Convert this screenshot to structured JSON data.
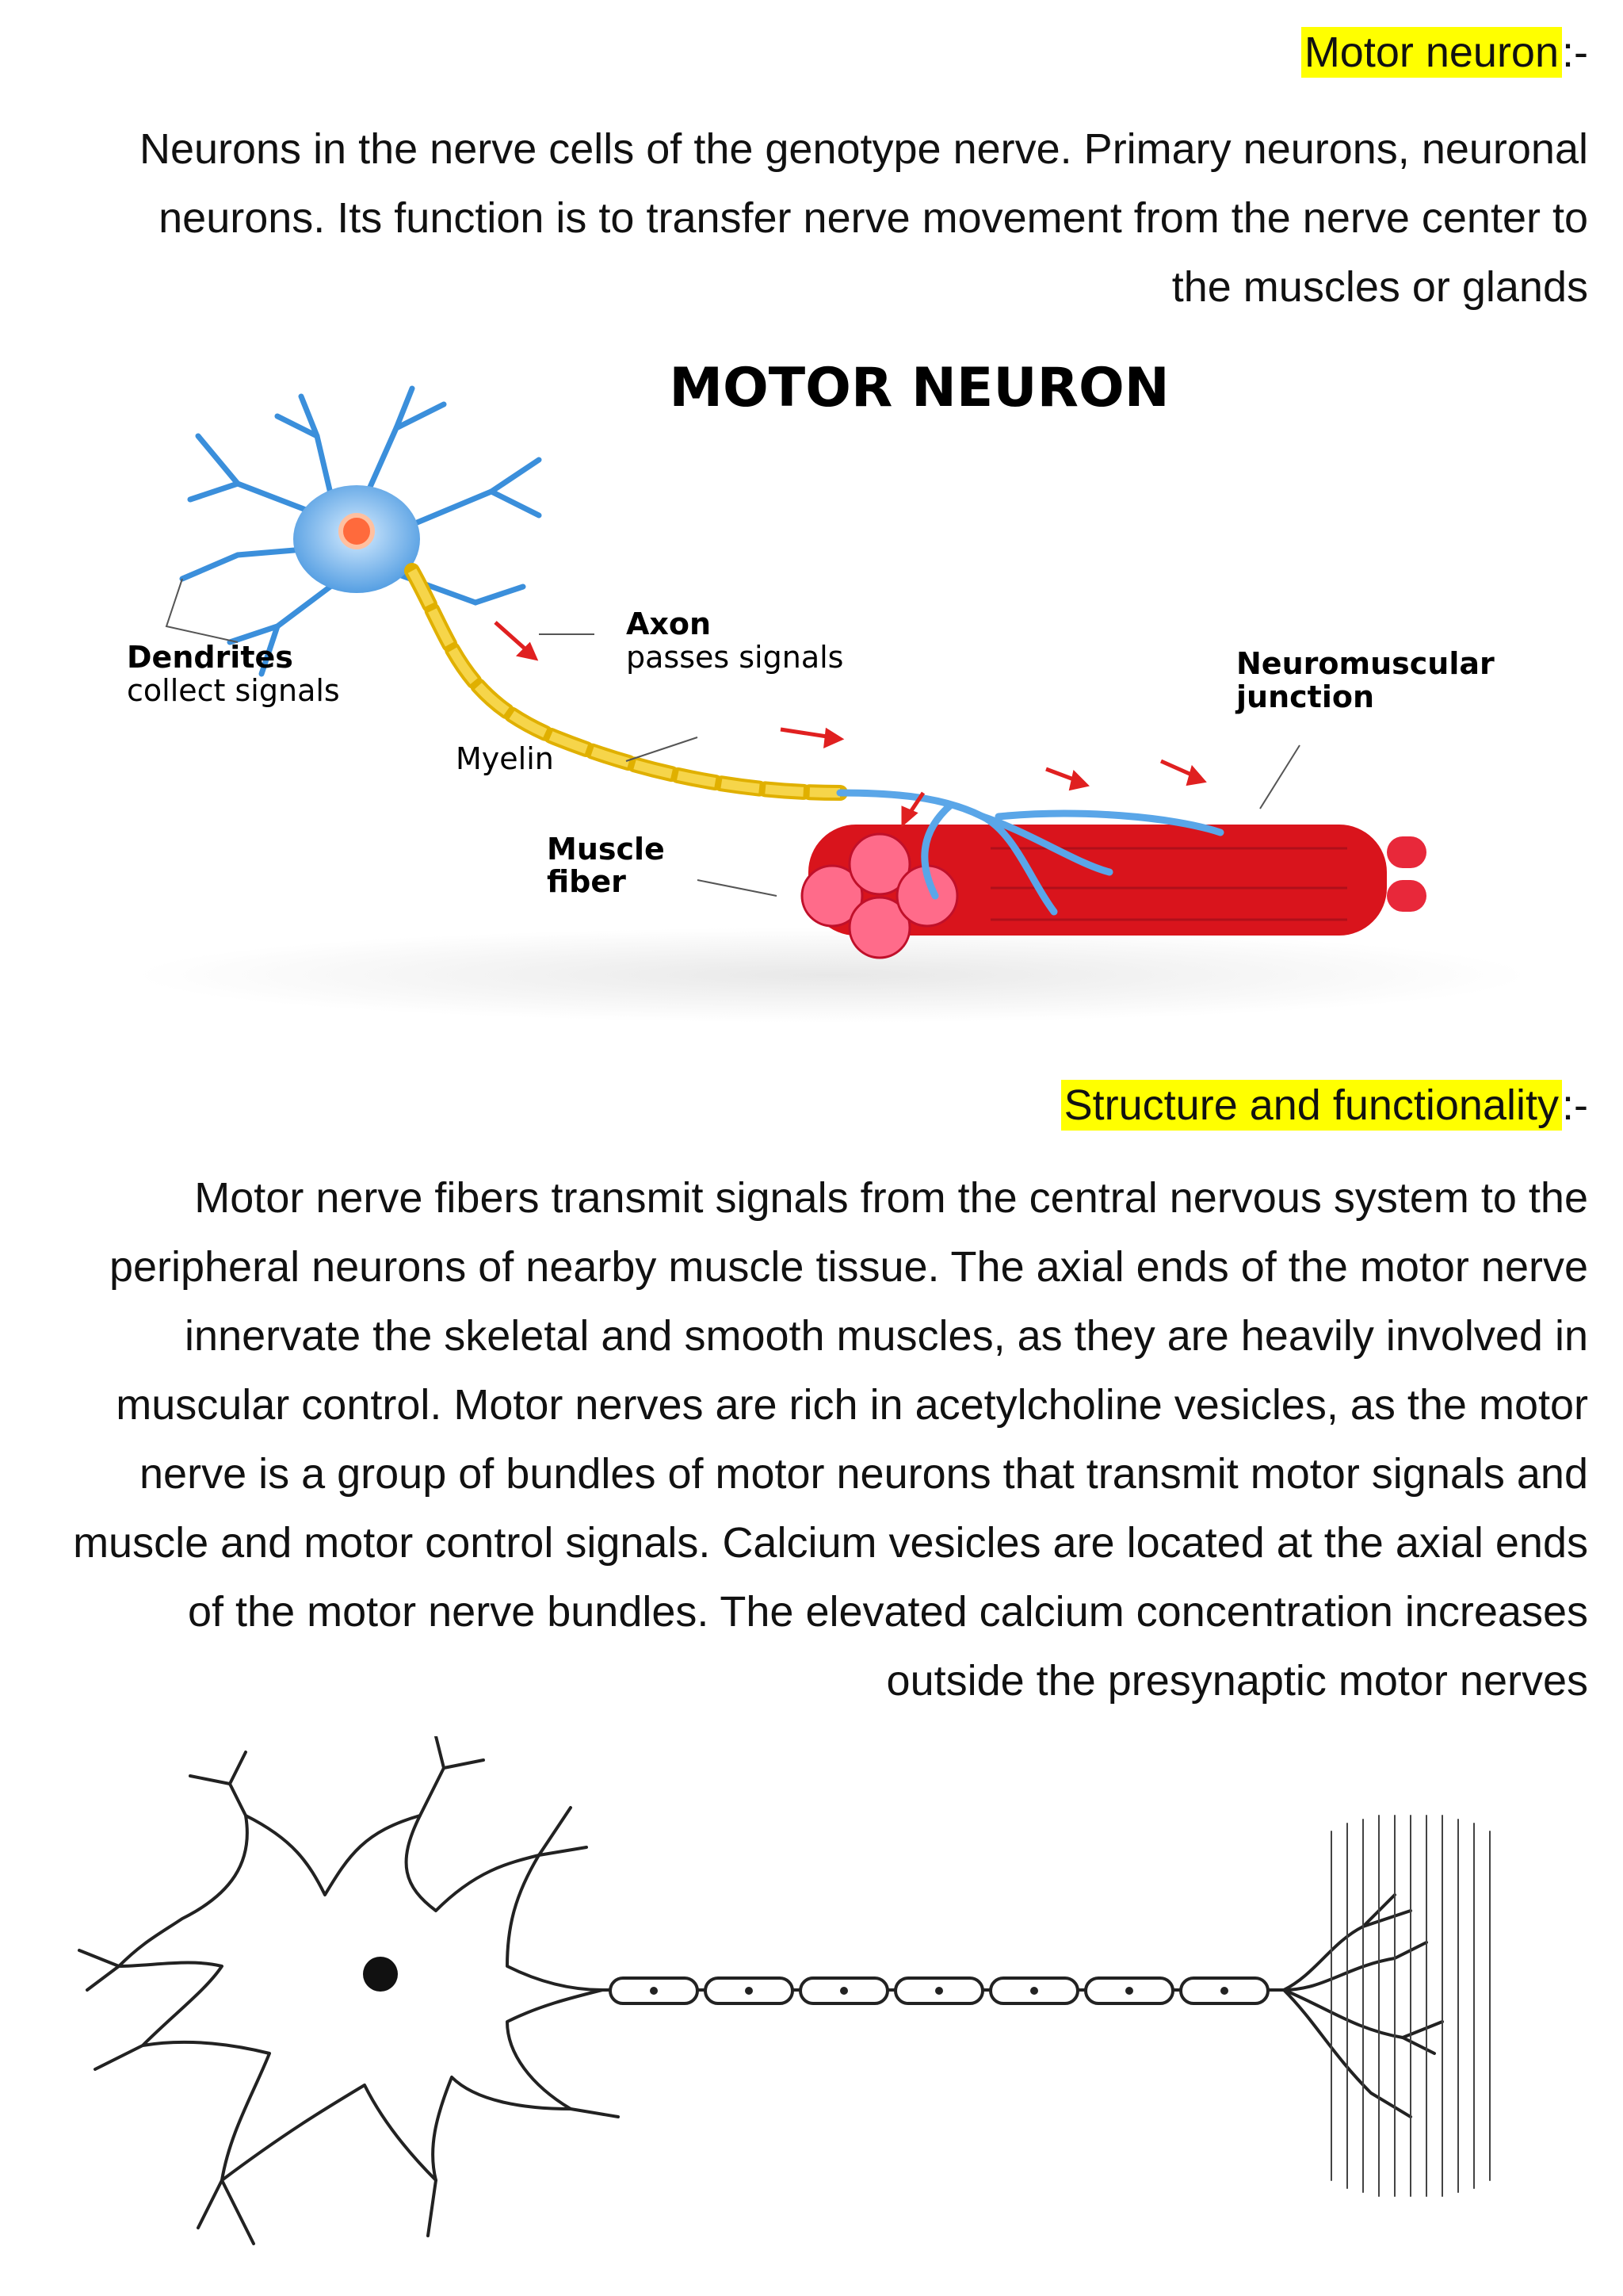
{
  "section1": {
    "heading": "Motor neuron",
    "heading_suffix": ":-",
    "lines": [
      "Neurons in the nerve cells of the genotype nerve. Primary neurons, neuronal",
      "neurons. Its function is to transfer nerve movement from the nerve center to",
      "the muscles or glands"
    ]
  },
  "figure1": {
    "title": "MOTOR NEURON",
    "labels": {
      "dendrites": "Dendrites",
      "dendrites_desc": "collect signals",
      "axon": "Axon",
      "axon_desc": "passes signals",
      "myelin": "Myelin",
      "muscle1": "Muscle",
      "muscle2": "fiber",
      "nmj1": "Neuromuscular",
      "nmj2": "junction"
    },
    "colors": {
      "neuron": "#3b8fdb",
      "myelin": "#f2c500",
      "muscle": "#e01b24",
      "arrow": "#e02020"
    }
  },
  "section2": {
    "heading": "Structure and functionality",
    "heading_suffix": ":-",
    "lines": [
      "Motor nerve fibers transmit signals from the central nervous system to the",
      "peripheral neurons of nearby muscle tissue. The axial ends of the motor nerve",
      "innervate the skeletal and smooth muscles, as they are heavily involved in",
      "muscular control. Motor nerves are rich in acetylcholine vesicles, as the motor",
      "nerve is a group of bundles of motor neurons that transmit motor signals and",
      "muscle and motor control signals. Calcium vesicles are located at the axial ends",
      "of the motor nerve bundles. The elevated calcium concentration increases",
      "outside the presynaptic motor nerves"
    ]
  }
}
